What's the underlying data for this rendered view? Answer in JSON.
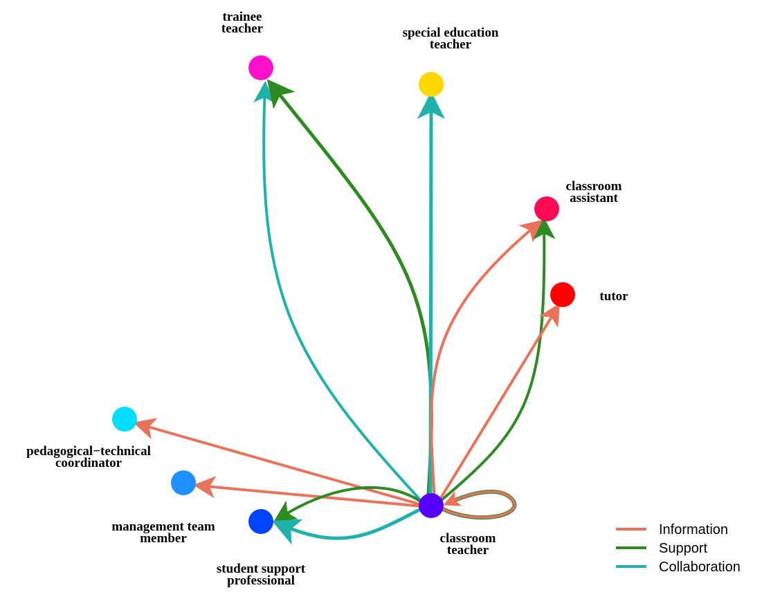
{
  "legend": {
    "items": [
      {
        "label": "Information",
        "color": "#E8735A"
      },
      {
        "label": "Support",
        "color": "#2E8B22"
      },
      {
        "label": "Collaboration",
        "color": "#20B2AA"
      }
    ]
  },
  "nodes": {
    "trainee_teacher": {
      "label_line1": "trainee",
      "label_line2": "teacher",
      "color": "#FF11CC"
    },
    "special_education_teacher": {
      "label_line1": "special education",
      "label_line2": "teacher",
      "color": "#FFD700"
    },
    "classroom_assistant": {
      "label_line1": "classroom",
      "label_line2": "assistant",
      "color": "#FF0A55"
    },
    "tutor": {
      "label_line1": "tutor",
      "color": "#FF0000"
    },
    "pedagogical_technical_coordinator": {
      "label_line1": "pedagogical−technical",
      "label_line2": "coordinator",
      "color": "#00DDFF"
    },
    "management_team_member": {
      "label_line1": "management team",
      "label_line2": "member",
      "color": "#1E90FF"
    },
    "student_support_professional": {
      "label_line1": "student support",
      "label_line2": "professional",
      "color": "#0044FF"
    },
    "classroom_teacher": {
      "label_line1": "classroom",
      "label_line2": "teacher",
      "color": "#5500FF"
    }
  },
  "edges": [
    {
      "from": "classroom teacher",
      "to": "trainee teacher",
      "type": "Collaboration"
    },
    {
      "from": "classroom teacher",
      "to": "trainee teacher",
      "type": "Support"
    },
    {
      "from": "classroom teacher",
      "to": "special education teacher",
      "type": "Collaboration"
    },
    {
      "from": "classroom teacher",
      "to": "classroom assistant",
      "type": "Information"
    },
    {
      "from": "classroom teacher",
      "to": "classroom assistant",
      "type": "Support"
    },
    {
      "from": "classroom teacher",
      "to": "tutor",
      "type": "Information"
    },
    {
      "from": "classroom teacher",
      "to": "pedagogical-technical coordinator",
      "type": "Information"
    },
    {
      "from": "classroom teacher",
      "to": "management team member",
      "type": "Information"
    },
    {
      "from": "classroom teacher",
      "to": "student support professional",
      "type": "Support"
    },
    {
      "from": "classroom teacher",
      "to": "student support professional",
      "type": "Collaboration"
    },
    {
      "from": "classroom teacher",
      "to": "classroom teacher",
      "type": "Information"
    }
  ]
}
